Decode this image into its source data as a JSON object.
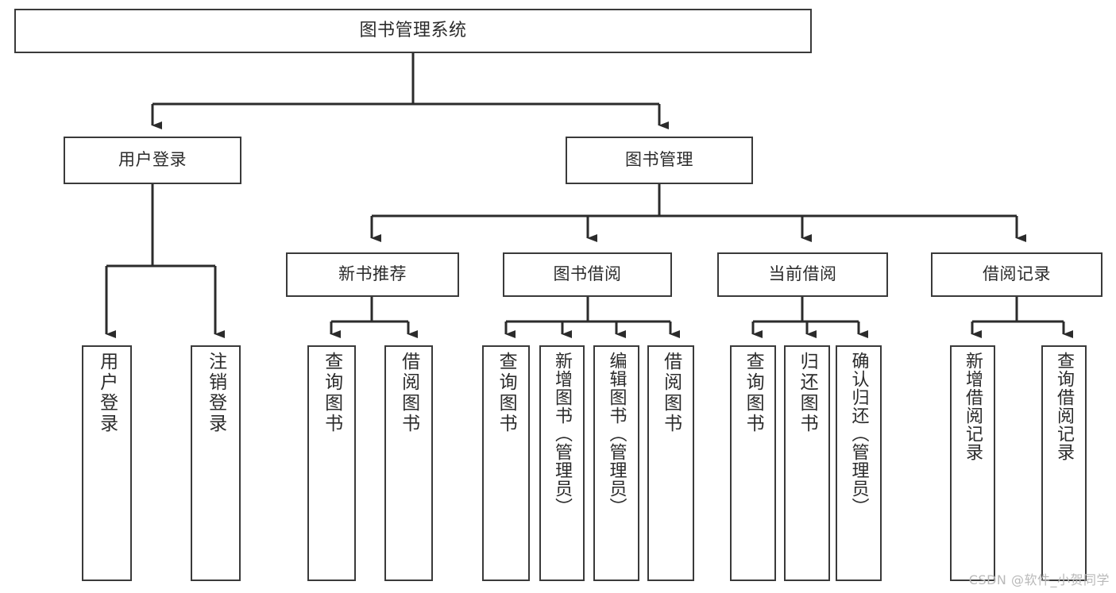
{
  "diagram": {
    "title": "图书管理系统",
    "type": "tree",
    "colors": {
      "box_border": "#3a3a3a",
      "box_fill": "#ffffff",
      "text": "#2b2b2b",
      "connector": "#2b2b2b",
      "watermark": "#b9b9b9",
      "page_background": "#ffffff"
    },
    "root": {
      "label": "图书管理系统"
    },
    "level2": [
      {
        "label": "用户登录"
      },
      {
        "label": "图书管理"
      }
    ],
    "level3": [
      {
        "label": "新书推荐"
      },
      {
        "label": "图书借阅"
      },
      {
        "label": "当前借阅"
      },
      {
        "label": "借阅记录"
      }
    ],
    "leaves": {
      "user_login": [
        {
          "label": "用户登录"
        },
        {
          "label": "注销登录"
        }
      ],
      "new_book_recommend": [
        {
          "label": "查询图书"
        },
        {
          "label": "借阅图书"
        }
      ],
      "book_borrow": [
        {
          "label": "查询图书"
        },
        {
          "label": "新增图书（管理员）"
        },
        {
          "label": "编辑图书（管理员）"
        },
        {
          "label": "借阅图书"
        }
      ],
      "current_borrow": [
        {
          "label": "查询图书"
        },
        {
          "label": "归还图书"
        },
        {
          "label": "确认归还（管理员）"
        }
      ],
      "borrow_record": [
        {
          "label": "新增借阅记录"
        },
        {
          "label": "查询借阅记录"
        }
      ]
    }
  },
  "watermark": {
    "text": "CSDN @软件_小贺同学"
  }
}
